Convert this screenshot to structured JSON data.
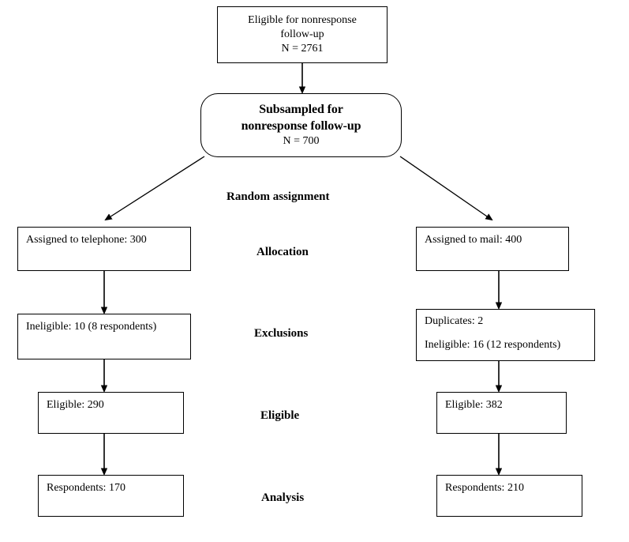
{
  "diagram": {
    "title": "Nonresponse follow-up subsampling and allocation flowchart",
    "line_color": "#000000",
    "background_color": "#ffffff"
  },
  "nodes": {
    "eligible_pool": {
      "line1": "Eligible for nonresponse",
      "line2": "follow-up",
      "line3": "N = 2761"
    },
    "subsampled": {
      "line1": "Subsampled for",
      "line2": "nonresponse follow-up",
      "line3": "N = 700"
    },
    "telephone_allocation": {
      "line1": "Assigned to telephone: 300"
    },
    "mail_allocation": {
      "line1": "Assigned to mail: 400"
    },
    "telephone_exclusions": {
      "line1": "Ineligible: 10 (8 respondents)"
    },
    "mail_exclusions": {
      "line1": "Duplicates: 2",
      "line2": "Ineligible: 16 (12 respondents)"
    },
    "telephone_eligible": {
      "line1": "Eligible: 290"
    },
    "mail_eligible": {
      "line1": "Eligible: 382"
    },
    "telephone_analysis": {
      "line1": "Respondents: 170"
    },
    "mail_analysis": {
      "line1": "Respondents: 210"
    }
  },
  "stage_labels": {
    "random_assignment": "Random assignment",
    "allocation": "Allocation",
    "exclusions": "Exclusions",
    "eligible": "Eligible",
    "analysis": "Analysis"
  },
  "chart_data": {
    "type": "diagram",
    "title": "Nonresponse follow-up flow",
    "stages": [
      "Random assignment",
      "Allocation",
      "Exclusions",
      "Eligible",
      "Analysis"
    ],
    "nodes": [
      {
        "id": "eligible_pool",
        "label": "Eligible for nonresponse follow-up",
        "n": 2761
      },
      {
        "id": "subsampled",
        "label": "Subsampled for nonresponse follow-up",
        "n": 700
      },
      {
        "id": "telephone_allocation",
        "label": "Assigned to telephone",
        "n": 300
      },
      {
        "id": "mail_allocation",
        "label": "Assigned to mail",
        "n": 400
      },
      {
        "id": "telephone_exclusions",
        "label": "Ineligible",
        "n": 10,
        "respondents": 8
      },
      {
        "id": "mail_exclusions",
        "label": "Duplicates / Ineligible",
        "duplicates": 2,
        "ineligible": 16,
        "respondents": 12
      },
      {
        "id": "telephone_eligible",
        "label": "Eligible",
        "n": 290
      },
      {
        "id": "mail_eligible",
        "label": "Eligible",
        "n": 382
      },
      {
        "id": "telephone_analysis",
        "label": "Respondents",
        "n": 170
      },
      {
        "id": "mail_analysis",
        "label": "Respondents",
        "n": 210
      }
    ],
    "edges": [
      {
        "from": "eligible_pool",
        "to": "subsampled"
      },
      {
        "from": "subsampled",
        "to": "telephone_allocation"
      },
      {
        "from": "subsampled",
        "to": "mail_allocation"
      },
      {
        "from": "telephone_allocation",
        "to": "telephone_exclusions"
      },
      {
        "from": "mail_allocation",
        "to": "mail_exclusions"
      },
      {
        "from": "telephone_exclusions",
        "to": "telephone_eligible"
      },
      {
        "from": "mail_exclusions",
        "to": "mail_eligible"
      },
      {
        "from": "telephone_eligible",
        "to": "telephone_analysis"
      },
      {
        "from": "mail_eligible",
        "to": "mail_analysis"
      }
    ]
  }
}
